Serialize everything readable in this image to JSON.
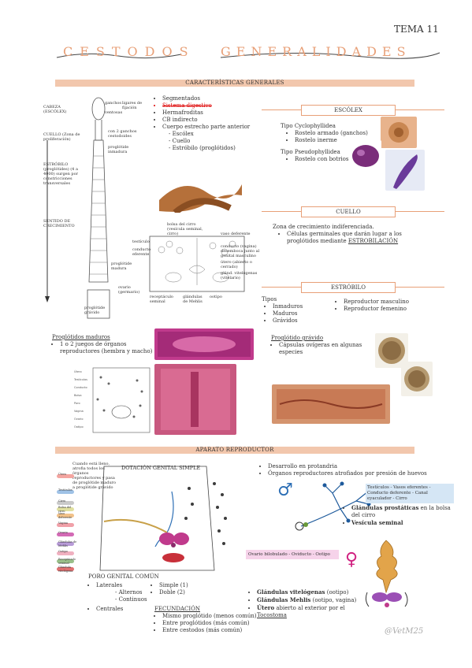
{
  "header": {
    "tema": "TEMA 11",
    "title_left": "CESTODOS",
    "title_right": "GENERALIDADES"
  },
  "section1": {
    "title": "CARACTERÍSTICAS GENERALES"
  },
  "diagram1": {
    "labels": [
      "CABEZA (ESCÓLEX)",
      "ganchos",
      "ligares de fijación",
      "ventosas",
      "CUELLO (Zona de proliferación)",
      "con 2 ganchos cestodoides",
      "proglótide inmadura",
      "ESTRÓBILO (proglótides) (4 a 4000) surgen por constricciones transversales",
      "SENTIDO DE CRECIMIENTO",
      "proglótide madura",
      "proglótide grávido"
    ]
  },
  "diagram2": {
    "labels": [
      "bolsa del cirro (vesícula seminal, cirro)",
      "vaso deferente",
      "testículo",
      "conducto eferente",
      "conducto (vagina) desemboca junto al genital masculino",
      "útero (abierto o cerrado)",
      "glánd. vitelógenas (vitelario)",
      "ovario (germario)",
      "receptáculo seminal",
      "glándulas de Mehlis",
      "ootipo"
    ]
  },
  "charlist": {
    "items": [
      "Segmentados",
      "Sistema digestivo",
      "Hermafroditas",
      "CB indirecto",
      "Cuerpo estrecho parte anterior"
    ],
    "sub": [
      "- Escólex",
      "- Cuello",
      "- Estróbilo (proglótidos)"
    ]
  },
  "escolex": {
    "title": "ESCÓLEX",
    "tipo1": "Tipo Cyclophyllidea",
    "tipo1_items": [
      "Rostelo armado (ganchos)",
      "Rostelo inerme"
    ],
    "tipo2": "Tipo Pseudophyllidea",
    "tipo2_items": [
      "Rostelo con botrios"
    ]
  },
  "cuello": {
    "title": "CUELLO",
    "text": "Zona de crecimiento indiferenciada.",
    "item": "Células germinales que darán lugar a los proglótidos mediante ",
    "item_u": "ESTROBILACIÓN"
  },
  "estrobilo": {
    "title": "ESTRÓBILO",
    "tipos": "Tipos",
    "left_items": [
      "Inmaduros",
      "Maduros",
      "Grávidos"
    ],
    "right_items": [
      "Reproductor masculino",
      "Reproductor femenino"
    ]
  },
  "maduros": {
    "title": "Proglótidos maduros",
    "item": "1 o 2 juegos de órganos reproductores (hembra y macho)"
  },
  "gravido": {
    "title": "Proglótido grávido",
    "item": "Cápsulas ovígeras en algunas especies"
  },
  "section2": {
    "title": "APARATO REPRODUCTOR"
  },
  "repro_diagram": {
    "title": "DOTACIÓN GENITAL SIMPLE",
    "note": "Cuando está lleno, atrofia todos los órganos reproductores y pasa de proglótide maduro a proglótide grávido",
    "tags": [
      "Útero",
      "Testículos",
      "Cirro",
      "Bolsa del cirro",
      "Vaso deferente",
      "Vagina",
      "Ovario",
      "Glándulas de Mehlis",
      "Ootipo",
      "Receptáculo seminal",
      "Glándula vitelógena"
    ]
  },
  "poro": {
    "title": "PORO GENITAL COMÚN",
    "laterales": "Laterales",
    "alternos": "- Alternos",
    "continuos": "- Continuos",
    "centrales": "Centrales",
    "simple": "Simple (1)",
    "doble": "Doble (2)"
  },
  "fecundacion": {
    "title": "FECUNDACIÓN",
    "items": [
      "Mismo proglótido (menos común)",
      "Entre proglótidos (más común)",
      "Entre cestodos (más común)"
    ]
  },
  "masculino": {
    "items": [
      "Desarrollo en protandria",
      "Órganos reproductores atrofiados por presión de huevos"
    ],
    "path": "Testículos - Vasos eferentes - Conducto deferente - Canal eyaculador - Cirro",
    "gland_items": [
      "Glándulas prostáticas en la bolsa del cirro",
      "Vesícula seminal"
    ],
    "gland_bold": [
      "Glándulas prostáticas",
      "Vesícula seminal"
    ]
  },
  "femenino": {
    "path": "Ovario bilobulado - Oviducto - Ootipo",
    "items_bold": [
      "Glándulas vitelógenas",
      "Glándulas Mehlis",
      "Útero"
    ],
    "items_rest": [
      " (ootipo)",
      " (ootipo, vagina)",
      " abierto al exterior por el "
    ],
    "tocostoma": "Tocostoma"
  },
  "signature": "@VetM25",
  "colors": {
    "accent": "#e8a078",
    "bar": "#f2c7ad",
    "pink": "#c03a8c",
    "blue": "#2d6fb5",
    "female": "#d02080"
  }
}
